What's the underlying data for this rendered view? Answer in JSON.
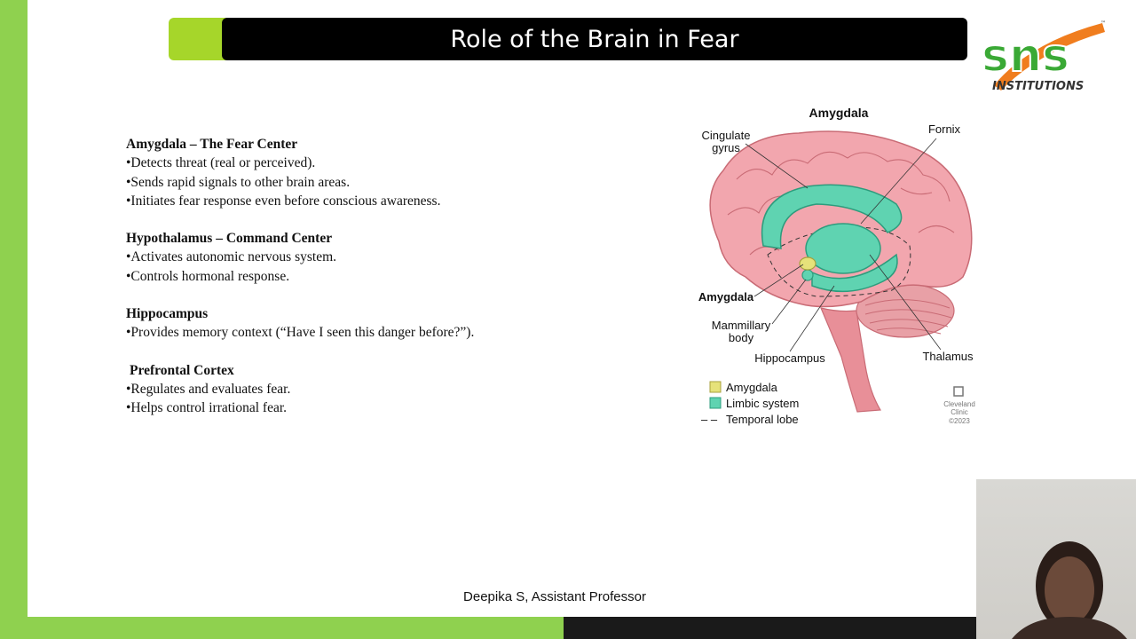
{
  "slide": {
    "title": "Role of the Brain in Fear",
    "footer": "Deepika S, Assistant Professor",
    "logo": {
      "text": "sns",
      "subtitle": "INSTITUTIONS",
      "tm": "™"
    },
    "sections": [
      {
        "heading": "Amygdala – The Fear Center",
        "bullets": [
          "•Detects threat (real or perceived).",
          "•Sends rapid signals to other brain areas.",
          "•Initiates fear response even before conscious awareness."
        ]
      },
      {
        "heading": "Hypothalamus – Command Center",
        "bullets": [
          "•Activates autonomic nervous system.",
          "•Controls hormonal response."
        ]
      },
      {
        "heading": "Hippocampus",
        "bullets": [
          "•Provides memory context (“Have I seen this danger before?”)."
        ]
      },
      {
        "heading": "Prefrontal Cortex",
        "bullets": [
          "•Regulates and evaluates fear.",
          "•Helps control irrational fear."
        ]
      }
    ]
  },
  "figure": {
    "title": "Amygdala",
    "labels": {
      "cingulate_1": "Cingulate",
      "cingulate_2": "gyrus",
      "fornix": "Fornix",
      "amygdala": "Amygdala",
      "mammillary_1": "Mammillary",
      "mammillary_2": "body",
      "hippocampus": "Hippocampus",
      "thalamus": "Thalamus"
    },
    "legend": [
      "Amygdala",
      "Limbic system",
      "Temporal lobe"
    ],
    "legend_dash": "– –",
    "credit": [
      "Cleveland",
      "Clinic",
      "©2023"
    ],
    "colors": {
      "brain": "#f2a6ae",
      "limbic": "#5fd3b1",
      "amygdala": "#e6e27a",
      "stem": "#e88f98"
    }
  },
  "theme": {
    "green": "#8fd14f",
    "accent": "#a6d62a",
    "dark": "#1a1a1a",
    "logo_green": "#3aa935",
    "logo_orange": "#f07d1e"
  }
}
